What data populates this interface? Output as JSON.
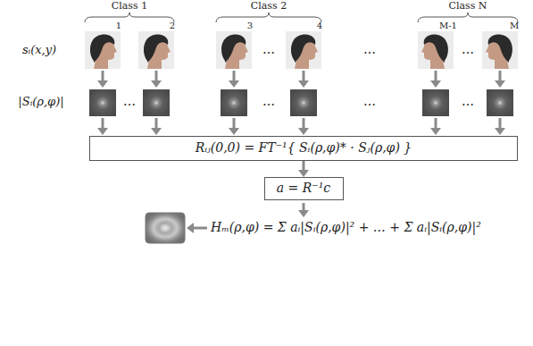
{
  "diagram": {
    "nodes": [
      {
        "text": [
          "Rᵢⱼ(0,0) = FT⁻¹{ Sᵢ(ρ,φ)* · Sⱼ(ρ,φ) }"
        ]
      },
      {
        "text": [
          "a = R⁻¹c"
        ]
      }
    ],
    "edges": [
      {
        "from": 0,
        "to": 1,
        "arrow": "to"
      }
    ],
    "labels": [
      "Class 1",
      "Class 2",
      "Class N",
      "sᵢ(x,y)",
      "1",
      "2",
      "3",
      "4",
      "M-1",
      "M",
      "…",
      "…",
      "…",
      "|Sᵢ(ρ,φ)|",
      "…",
      "…",
      "…",
      "…",
      "Hₘ(ρ,φ) = Σ aᵢ|Sᵢ(ρ,φ)|² + … + Σ aᵢ|Sᵢ(ρ,φ)|²"
    ]
  }
}
